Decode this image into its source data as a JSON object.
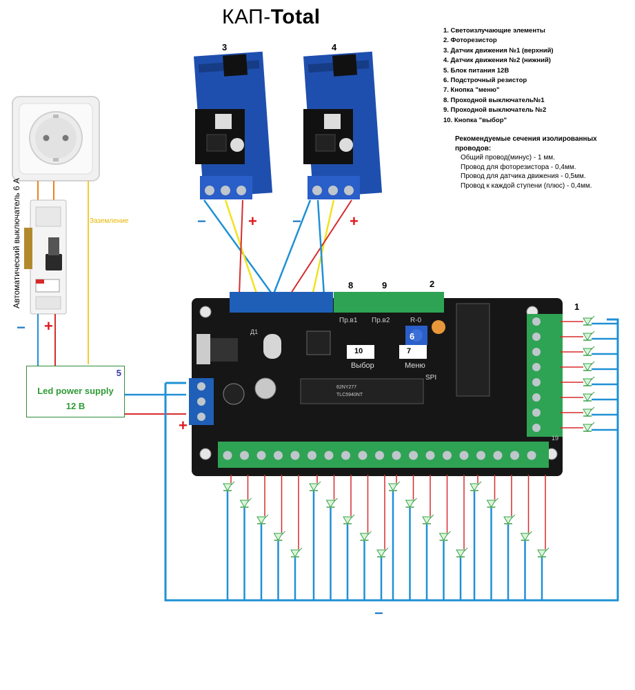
{
  "title": {
    "prefix": "КАП-",
    "bold": "Total"
  },
  "legend": [
    "1. Светоизлучающие элементы",
    "2. Фоторезистор",
    "3. Датчик движения №1  (верхний)",
    "4. Датчик движения №2  (нижний)",
    "5. Блок питания 12В",
    "6. Подстрочный резистор",
    "7. Кнопка \"меню\"",
    "8. Проходной выключатель№1",
    "9. Проходной выключатель №2",
    "10. Кнопка \"выбор\""
  ],
  "recommend": {
    "heading_1": "Рекомендуемые сечения изолированных",
    "heading_2": "проводов:",
    "lines": [
      "Общий провод(минус) - 1 мм.",
      "Провод для фоторезистора - 0,4мм.",
      "Провод для датчика движения - 0,5мм.",
      "Провод к каждой ступени (плюс) - 0,4мм."
    ]
  },
  "callouts": {
    "n1": "1",
    "n2": "2",
    "n3": "3",
    "n4": "4",
    "n6": "6",
    "n7": "7",
    "n8": "8",
    "n9": "9",
    "n10": "10"
  },
  "breaker_label": "Автоматический выключатель 6 А",
  "ground_label": "Заземление",
  "psu": {
    "number": "5",
    "name": "Led power supply",
    "voltage": "12 В"
  },
  "polarity": {
    "plus": "+",
    "minus": "−"
  },
  "board_labels": {
    "pv1": "Пр.в1",
    "pv2": "Пр.в2",
    "r0": "R-0",
    "vybor": "Выбор",
    "menu": "Меню",
    "spi": "SPI",
    "d1": "Д1",
    "chip1": "62NY277",
    "chip2": "TLC5940NT",
    "pin19": "19"
  },
  "colors": {
    "wire_minus": "#1e90d6",
    "wire_plus": "#d62a2a",
    "wire_sensor": "#f2e21a",
    "terminal_blue": "#1f5fb8",
    "terminal_green": "#2ea353",
    "board": "#161616",
    "psu_text": "#2f9a36"
  },
  "icons": [
    "socket-icon",
    "circuit-breaker-icon",
    "motion-sensor-icon",
    "led-icon",
    "controller-board-icon"
  ]
}
